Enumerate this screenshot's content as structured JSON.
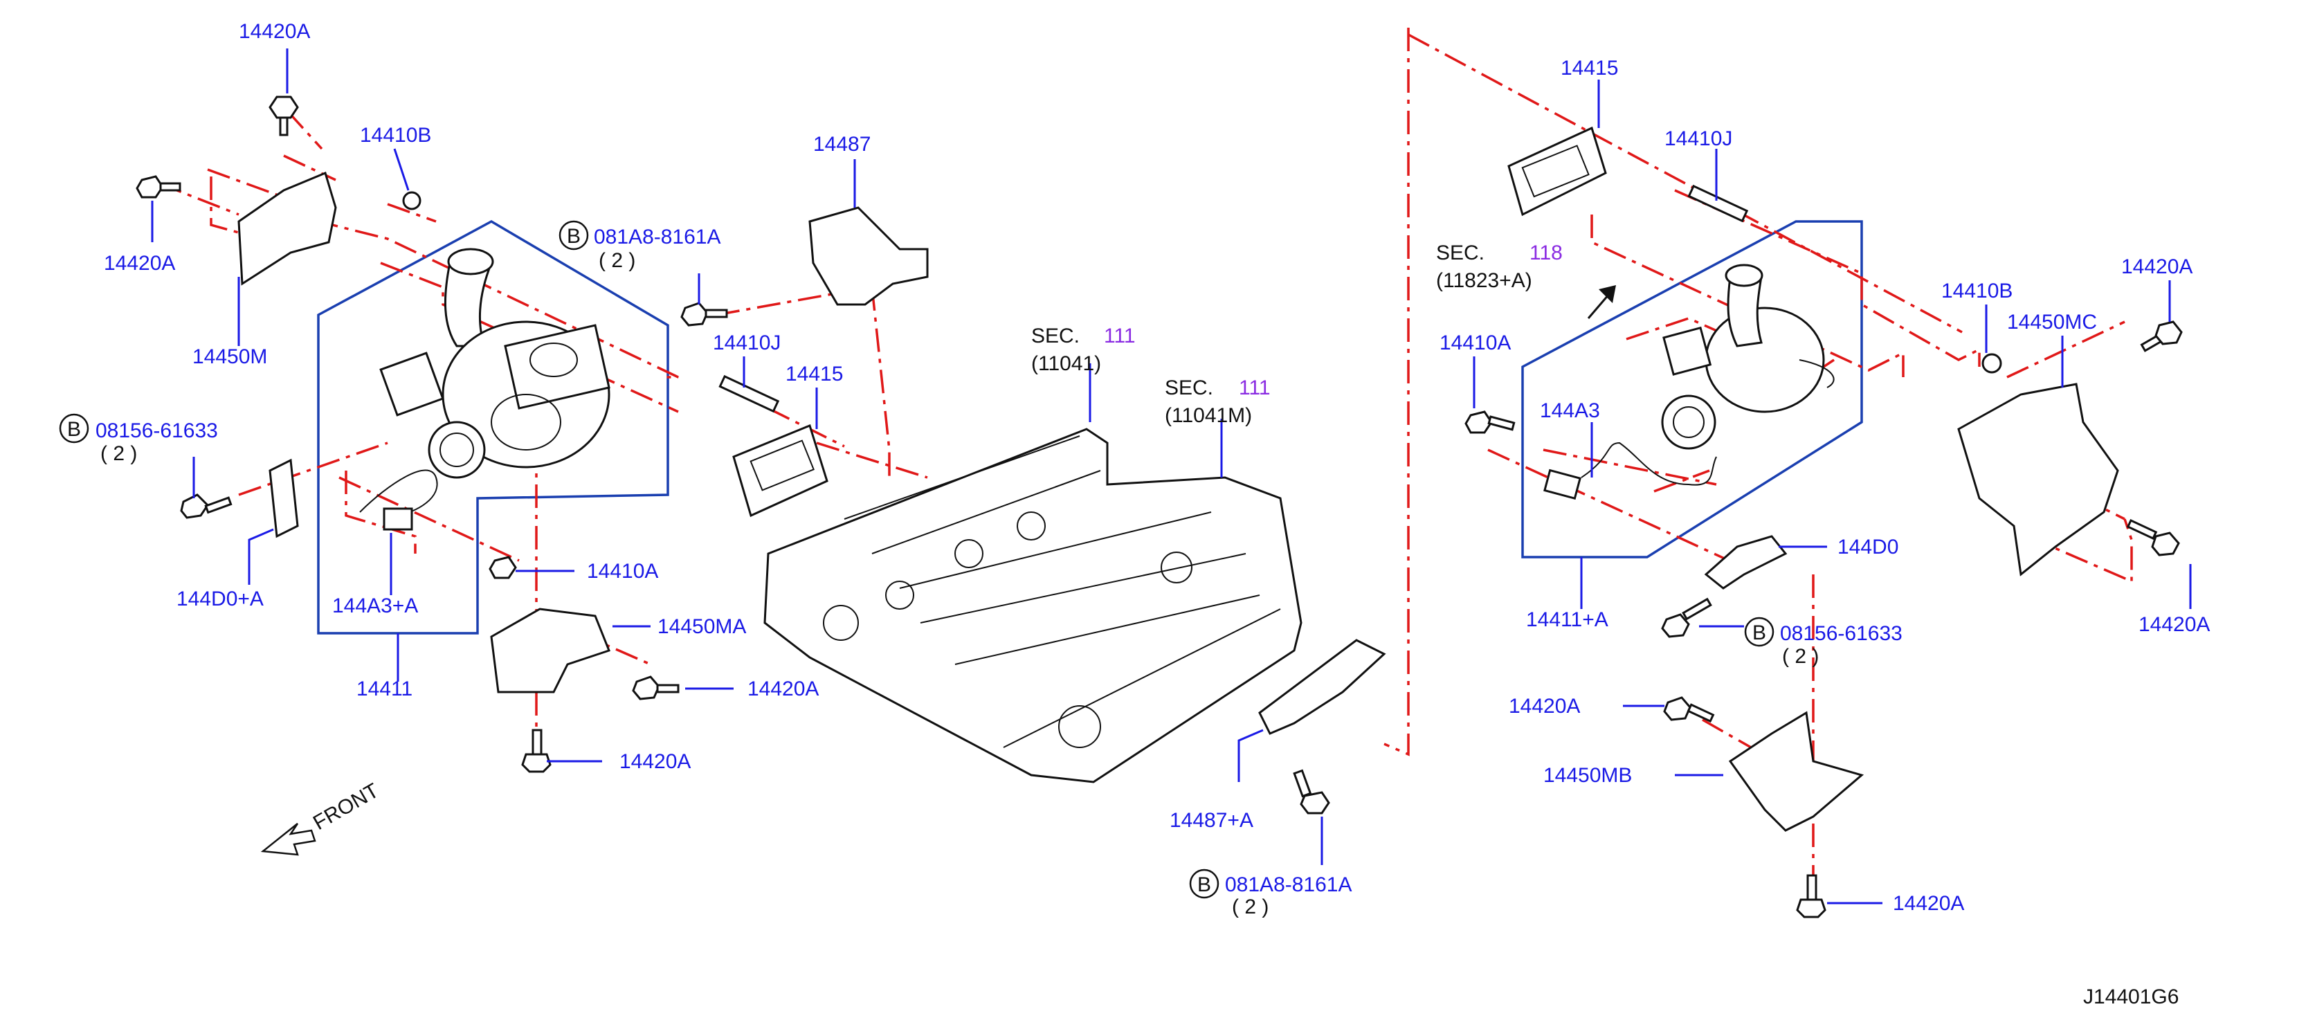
{
  "labels": {
    "p14420A_tl": "14420A",
    "p14410B_l": "14410B",
    "p14420A_l2": "14420A",
    "p14450M": "14450M",
    "p08156_l": "08156-61633",
    "p08156_l_qty": "( 2 )",
    "p144D0A": "144D0+A",
    "p144A3A": "144A3+A",
    "p14411": "14411",
    "p081A8_top": "081A8-8161A",
    "p081A8_top_qty": "( 2 )",
    "p14487": "14487",
    "p14410J_l": "14410J",
    "p14415_l": "14415",
    "p14410A_l": "14410A",
    "p14450MA": "14450MA",
    "p14420A_m1": "14420A",
    "p14420A_m2": "14420A",
    "sec111_a": "SEC.",
    "sec111_a_num": "111",
    "sec111_a_ref": "(11041)",
    "sec111_b": "SEC.",
    "sec111_b_num": "111",
    "sec111_b_ref": "(11041M)",
    "p14487A": "14487+A",
    "p081A8_bot": "081A8-8161A",
    "p081A8_bot_qty": "( 2 )",
    "p14415_r": "14415",
    "p14410J_r": "14410J",
    "sec118": "SEC.",
    "sec118_num": "118",
    "sec118_ref": "(11823+A)",
    "p14410A_r": "14410A",
    "p144A3": "144A3",
    "p14410B_r": "14410B",
    "p14420A_r1": "14420A",
    "p14450MC": "14450MC",
    "p144D0": "144D0",
    "p14411A": "14411+A",
    "p08156_r": "08156-61633",
    "p08156_r_qty": "( 2 )",
    "p14420A_r2": "14420A",
    "p14420A_r3": "14420A",
    "p14450MB": "14450MB",
    "p14420A_r4": "14420A",
    "front": "FRONT",
    "diagram_code": "J14401G6",
    "b_marker": "B"
  }
}
